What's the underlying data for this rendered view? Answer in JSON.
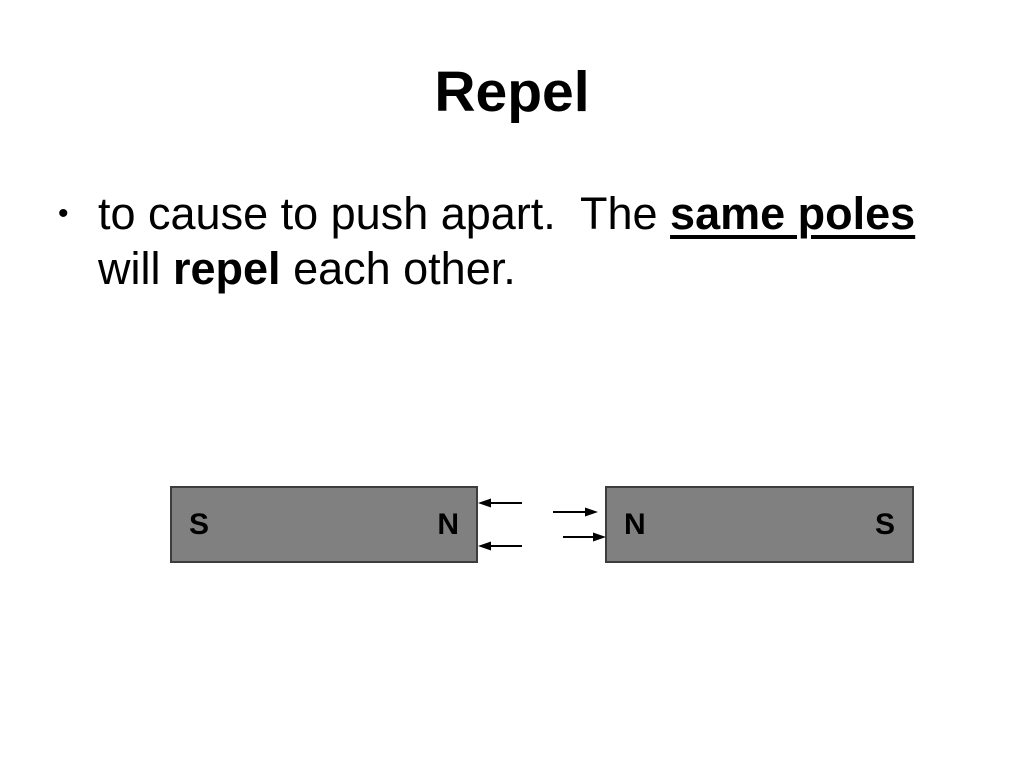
{
  "slide": {
    "title": "Repel",
    "bullet": {
      "marker": "•",
      "lines": [
        {
          "segments": [
            {
              "text": "to cause to push apart.  The ",
              "style": "normal"
            },
            {
              "text": "same poles",
              "style": "bold-underline"
            }
          ]
        },
        {
          "segments": [
            {
              "text": "will ",
              "style": "normal"
            },
            {
              "text": "repel",
              "style": "bold"
            },
            {
              "text": " each other.",
              "style": "normal"
            }
          ]
        }
      ]
    },
    "diagram": {
      "left_magnet": {
        "left_pole_label": "S",
        "right_pole_label": "N"
      },
      "right_magnet": {
        "left_pole_label": "N",
        "right_pole_label": "S"
      },
      "arrows": [
        {
          "name": "repel-arrow-left-top",
          "direction": "left"
        },
        {
          "name": "repel-arrow-left-bottom",
          "direction": "left"
        },
        {
          "name": "repel-arrow-right-top",
          "direction": "right"
        },
        {
          "name": "repel-arrow-right-bottom",
          "direction": "right"
        }
      ],
      "colors": {
        "magnet_fill": "#808080",
        "magnet_border": "#3d3d3d",
        "arrow": "#000000",
        "background": "#ffffff",
        "text": "#000000"
      }
    }
  }
}
